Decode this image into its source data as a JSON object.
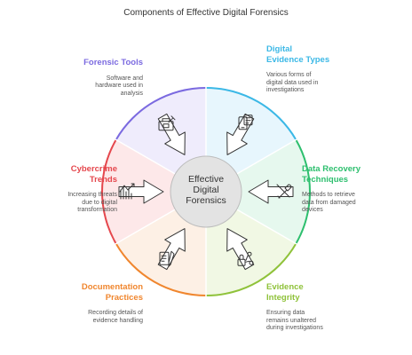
{
  "title": "Components of Effective Digital Forensics",
  "center": {
    "lines": [
      "Effective",
      "Digital",
      "Forensics"
    ]
  },
  "segments": [
    {
      "id": "digital-evidence-types",
      "title": [
        "Digital",
        "Evidence Types"
      ],
      "description": [
        "Various forms of",
        "digital data used in",
        "investigations"
      ],
      "color": "#3bb8e6",
      "fill": "#e7f6fd",
      "icon": "document-device-icon"
    },
    {
      "id": "data-recovery-techniques",
      "title": [
        "Data Recovery",
        "Techniques"
      ],
      "description": [
        "Methods to retrieve",
        "data from damaged",
        "devices"
      ],
      "color": "#2dbf6e",
      "fill": "#e6f8ee",
      "icon": "wrench-tools-icon"
    },
    {
      "id": "evidence-integrity",
      "title": [
        "Evidence",
        "Integrity"
      ],
      "description": [
        "Ensuring data",
        "remains unaltered",
        "during investigations"
      ],
      "color": "#8fc23a",
      "fill": "#f1f8e4",
      "icon": "lock-link-icon"
    },
    {
      "id": "documentation-practices",
      "title": [
        "Documentation",
        "Practices"
      ],
      "description": [
        "Recording details of",
        "evidence handling"
      ],
      "color": "#f0862e",
      "fill": "#fdf0e5",
      "icon": "notepad-pen-icon"
    },
    {
      "id": "cybercrime-trends",
      "title": [
        "Cybercrime",
        "Trends"
      ],
      "description": [
        "Increasing threats",
        "due to digital",
        "transformation"
      ],
      "color": "#e5474d",
      "fill": "#fde8e9",
      "icon": "trend-chart-icon"
    },
    {
      "id": "forensic-tools",
      "title": [
        "Forensic Tools"
      ],
      "description": [
        "Software and",
        "hardware used in",
        "analysis"
      ],
      "color": "#7b6ae0",
      "fill": "#efecfc",
      "icon": "toolbox-computer-icon"
    }
  ]
}
